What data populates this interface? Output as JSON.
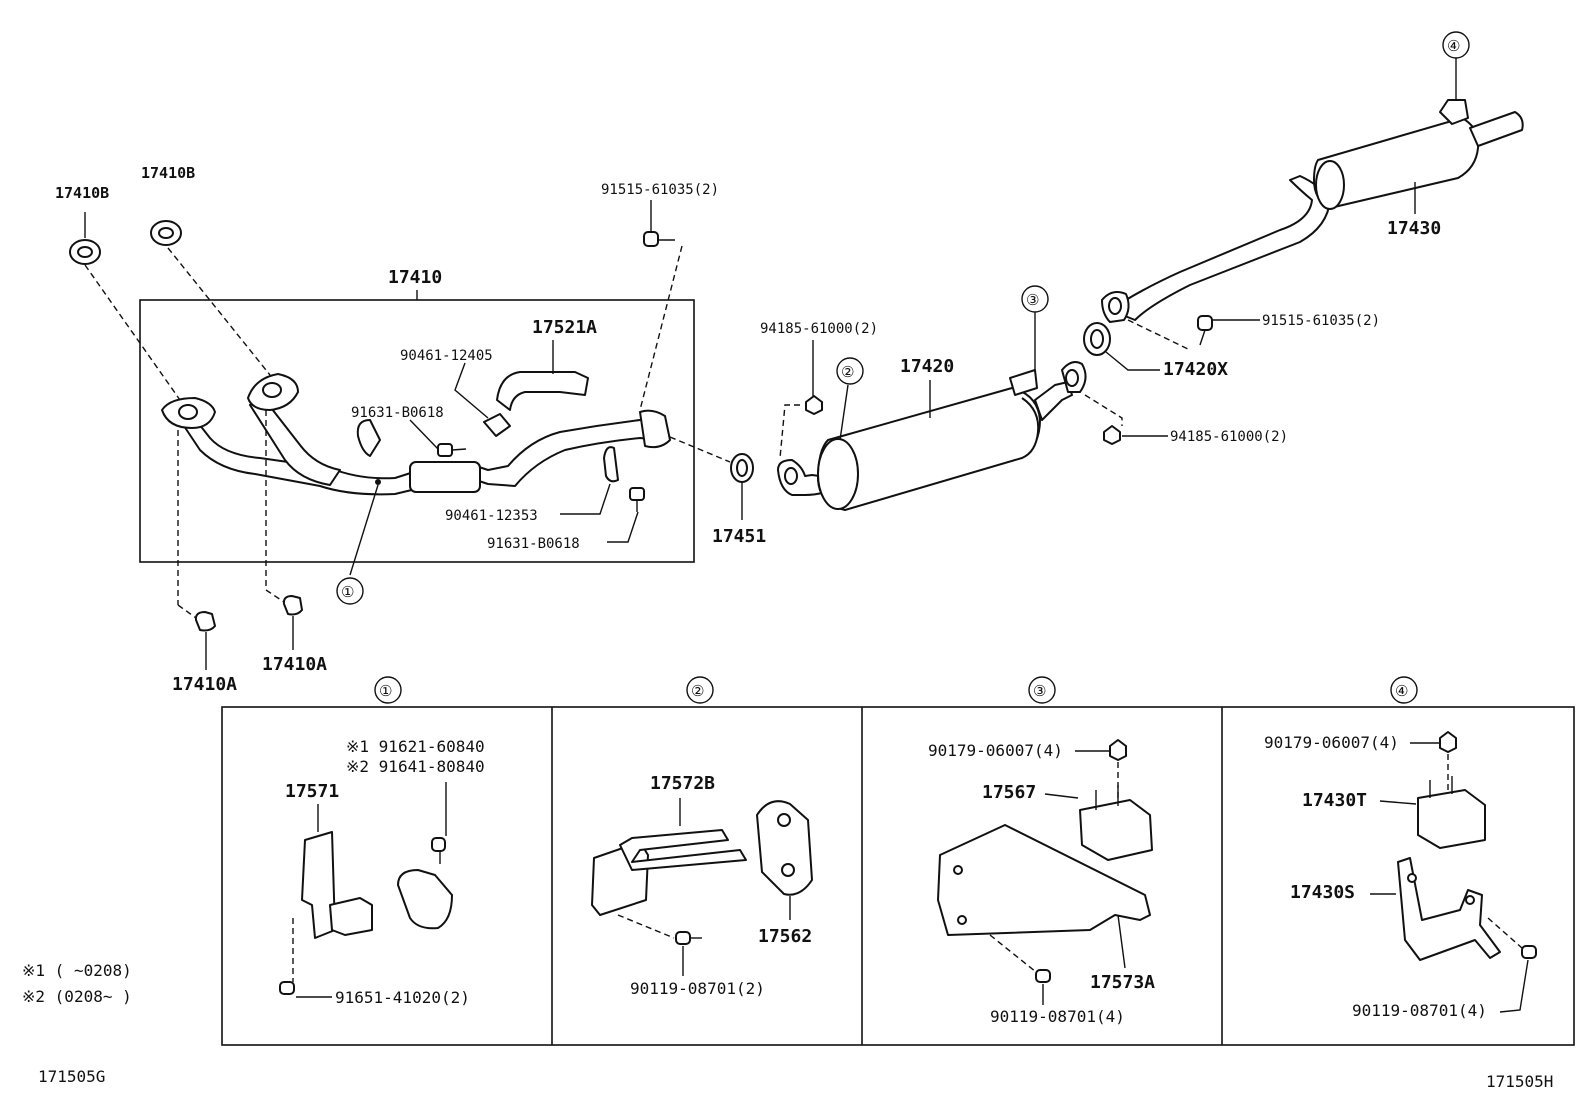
{
  "diagram_code_left": "171505G",
  "diagram_code_right": "171505H",
  "legend": {
    "note1": "※1 (   ~0208)",
    "note2": "※2 (0208~   )"
  },
  "main_labels": {
    "p17410B_a": "17410B",
    "p17410B_b": "17410B",
    "p17410": "17410",
    "p17521A": "17521A",
    "p90461_12405": "90461-12405",
    "p91631_a": "91631-B0618",
    "p90461_12353": "90461-12353",
    "p91631_b": "91631-B0618",
    "p91515_a": "91515-61035(2)",
    "p17451": "17451",
    "p17410A_a": "17410A",
    "p17410A_b": "17410A",
    "p94185_a": "94185-61000(2)",
    "p17420": "17420",
    "p17420X": "17420X",
    "p91515_b": "91515-61035(2)",
    "p94185_b": "94185-61000(2)",
    "p17430": "17430"
  },
  "callouts": {
    "c1": "①",
    "c2": "②",
    "c3": "③",
    "c4": "④"
  },
  "detail_boxes": {
    "box1": {
      "header": "①",
      "note1": "※1 91621-60840",
      "note2": "※2 91641-80840",
      "p17571": "17571",
      "p91651": "91651-41020(2)"
    },
    "box2": {
      "header": "②",
      "p17572B": "17572B",
      "p17562": "17562",
      "p90119": "90119-08701(2)"
    },
    "box3": {
      "header": "③",
      "p90179": "90179-06007(4)",
      "p17567": "17567",
      "p17573A": "17573A",
      "p90119": "90119-08701(4)"
    },
    "box4": {
      "header": "④",
      "p90179": "90179-06007(4)",
      "p17430T": "17430T",
      "p17430S": "17430S",
      "p90119": "90119-08701(4)"
    }
  }
}
